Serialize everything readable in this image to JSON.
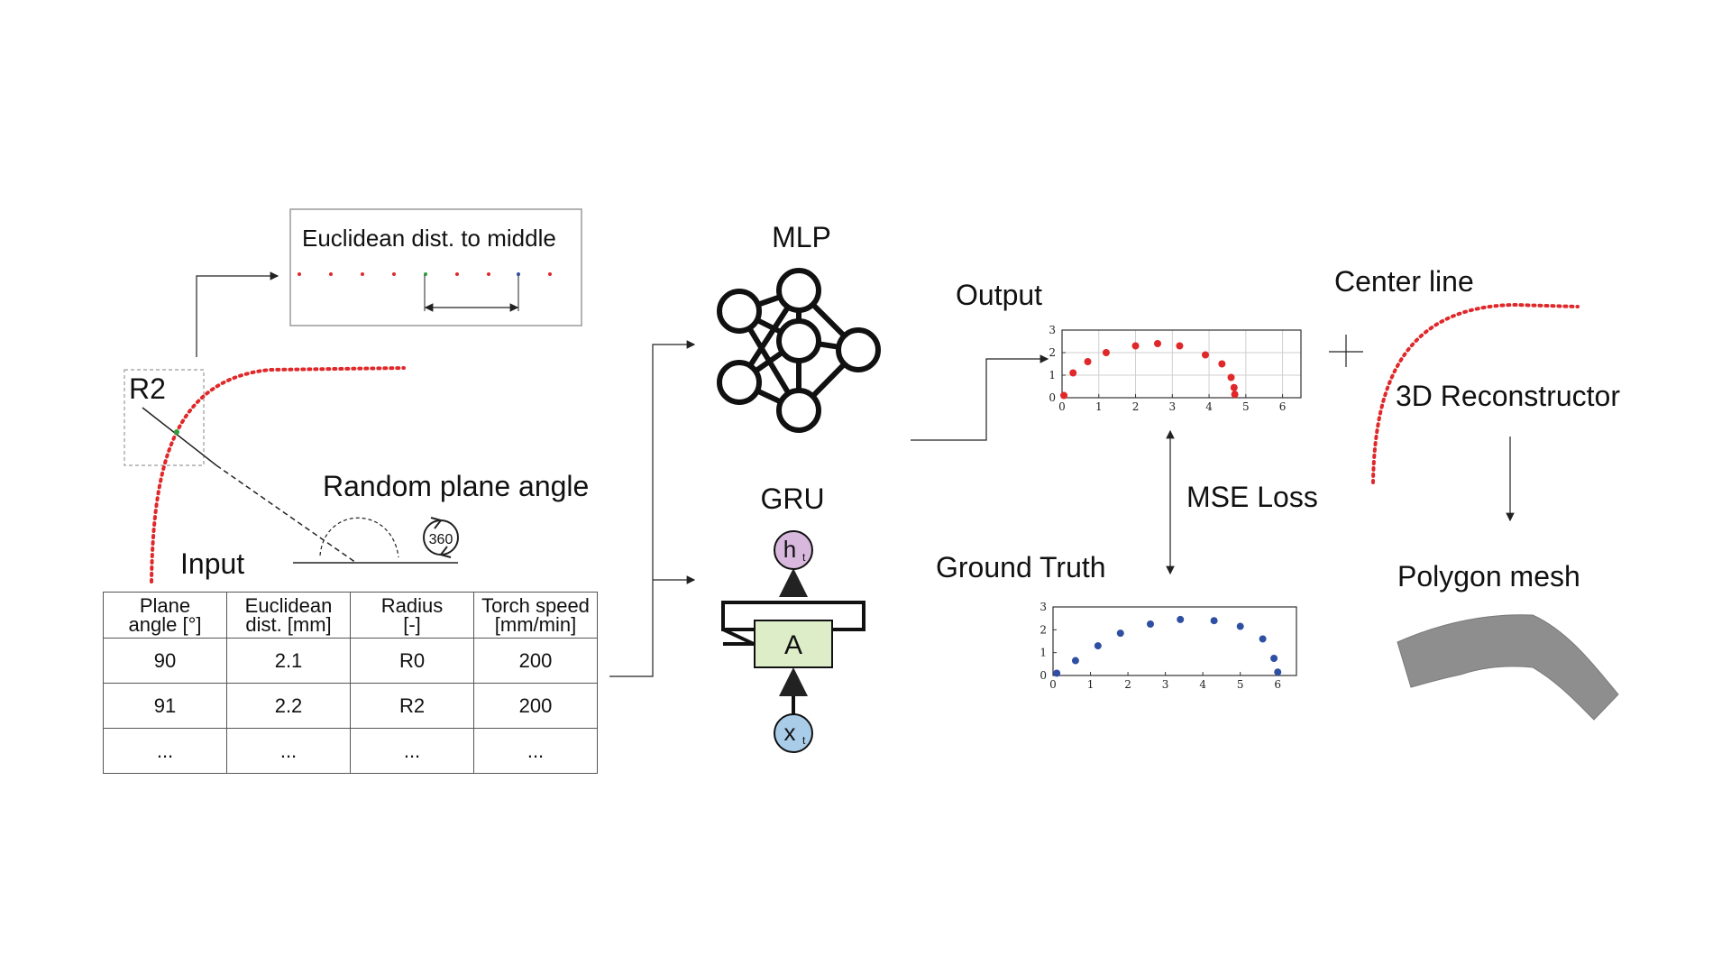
{
  "input_section": {
    "r2_label": "R2",
    "random_plane_label": "Random plane angle",
    "angle_badge": "360",
    "input_label": "Input",
    "euclid_box_title": "Euclidean dist. to middle"
  },
  "table": {
    "headers": [
      {
        "line1": "Plane",
        "line2": "angle [°]"
      },
      {
        "line1": "Euclidean",
        "line2": "dist. [mm]"
      },
      {
        "line1": "Radius",
        "line2": "[-]"
      },
      {
        "line1": "Torch speed",
        "line2": "[mm/min]"
      }
    ],
    "rows": [
      [
        "90",
        "2.1",
        "R0",
        "200"
      ],
      [
        "91",
        "2.2",
        "R2",
        "200"
      ],
      [
        "...",
        "...",
        "...",
        "..."
      ]
    ]
  },
  "models": {
    "mlp_label": "MLP",
    "gru_label": "GRU",
    "gru_cell": "A",
    "gru_hidden": "h",
    "gru_hidden_sub": "t",
    "gru_input": "x",
    "gru_input_sub": "t"
  },
  "outputs": {
    "output_label": "Output",
    "ground_truth_label": "Ground Truth",
    "mse_label": "MSE Loss",
    "center_line_label": "Center line",
    "reconstructor_label": "3D Reconstructor",
    "mesh_label": "Polygon mesh"
  },
  "colors": {
    "red": "#e0282a",
    "blue": "#2f4fa3",
    "gru_cell_fill": "#dcedc8",
    "gru_hidden_fill": "#d8b8dc",
    "gru_input_fill": "#a9cce8",
    "mesh": "#8e8e8e"
  },
  "chart_data": [
    {
      "type": "scatter",
      "name": "output",
      "x_ticks": [
        0,
        1,
        2,
        3,
        4,
        5,
        6
      ],
      "y_ticks": [
        0,
        1,
        2,
        3
      ],
      "xlim": [
        0,
        6.5
      ],
      "ylim": [
        0,
        3
      ],
      "grid": true,
      "color": "#e0282a",
      "x": [
        0.05,
        0.3,
        0.7,
        1.2,
        2.0,
        2.6,
        3.2,
        3.9,
        4.35,
        4.6,
        4.68,
        4.7
      ],
      "y": [
        0.1,
        1.1,
        1.6,
        2.0,
        2.3,
        2.4,
        2.3,
        1.9,
        1.5,
        0.9,
        0.45,
        0.15
      ]
    },
    {
      "type": "scatter",
      "name": "ground_truth",
      "x_ticks": [
        0,
        1,
        2,
        3,
        4,
        5,
        6
      ],
      "y_ticks": [
        0,
        1,
        2,
        3
      ],
      "xlim": [
        0,
        6.5
      ],
      "ylim": [
        0,
        3
      ],
      "grid": false,
      "color": "#2f4fa3",
      "x": [
        0.1,
        0.6,
        1.2,
        1.8,
        2.6,
        3.4,
        4.3,
        5.0,
        5.6,
        5.9,
        6.0
      ],
      "y": [
        0.1,
        0.65,
        1.3,
        1.85,
        2.25,
        2.45,
        2.4,
        2.15,
        1.6,
        0.75,
        0.15
      ]
    }
  ]
}
